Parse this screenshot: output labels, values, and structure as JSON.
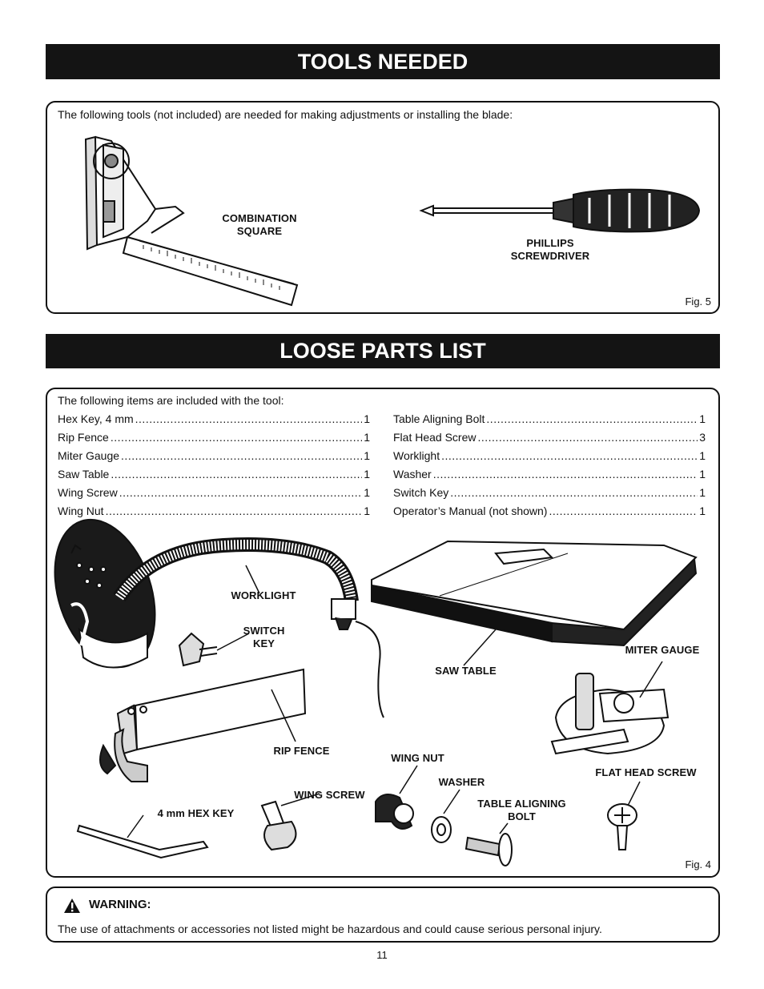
{
  "tools_section": {
    "title": "TOOLS NEEDED",
    "intro": "The following tools (not included) are needed for making adjustments or installing the blade:",
    "labels": {
      "combination_square": "COMBINATION\nSQUARE",
      "phillips_screwdriver": "PHILLIPS SCREWDRIVER"
    },
    "fig": "Fig. 5"
  },
  "loose_section": {
    "title": "LOOSE PARTS LIST",
    "intro": "The following items are included with the tool:",
    "left_items": [
      {
        "name": "Hex Key, 4 mm",
        "qty": "1"
      },
      {
        "name": "Rip Fence",
        "qty": "1"
      },
      {
        "name": "Miter Gauge",
        "qty": "1"
      },
      {
        "name": "Saw Table",
        "qty": "1"
      },
      {
        "name": "Wing Screw",
        "qty": "1"
      },
      {
        "name": "Wing Nut",
        "qty": "1"
      }
    ],
    "right_items": [
      {
        "name": "Table Aligning Bolt",
        "qty": "1"
      },
      {
        "name": "Flat Head Screw",
        "qty": "3"
      },
      {
        "name": "Worklight",
        "qty": "1"
      },
      {
        "name": "Washer",
        "qty": "1"
      },
      {
        "name": "Switch Key",
        "qty": "1"
      },
      {
        "name": "Operator’s Manual (not shown)",
        "qty": "1"
      }
    ],
    "labels": {
      "worklight": "WORKLIGHT",
      "switch_key": "SWITCH\nKEY",
      "saw_table": "SAW TABLE",
      "miter_gauge": "MITER GAUGE",
      "rip_fence": "RIP FENCE",
      "wing_nut": "WING NUT",
      "washer": "WASHER",
      "table_aligning_bolt": "TABLE ALIGNING\nBOLT",
      "flat_head_screw": "FLAT HEAD SCREW",
      "wing_screw": "WING SCREW",
      "hex_key": "4 mm HEX KEY"
    },
    "fig": "Fig. 4"
  },
  "warning": {
    "title": "WARNING:",
    "text": "The use of attachments or accessories not listed might be hazardous and could cause serious personal injury.",
    "icon": "warning-triangle-icon"
  },
  "page_number": "11"
}
